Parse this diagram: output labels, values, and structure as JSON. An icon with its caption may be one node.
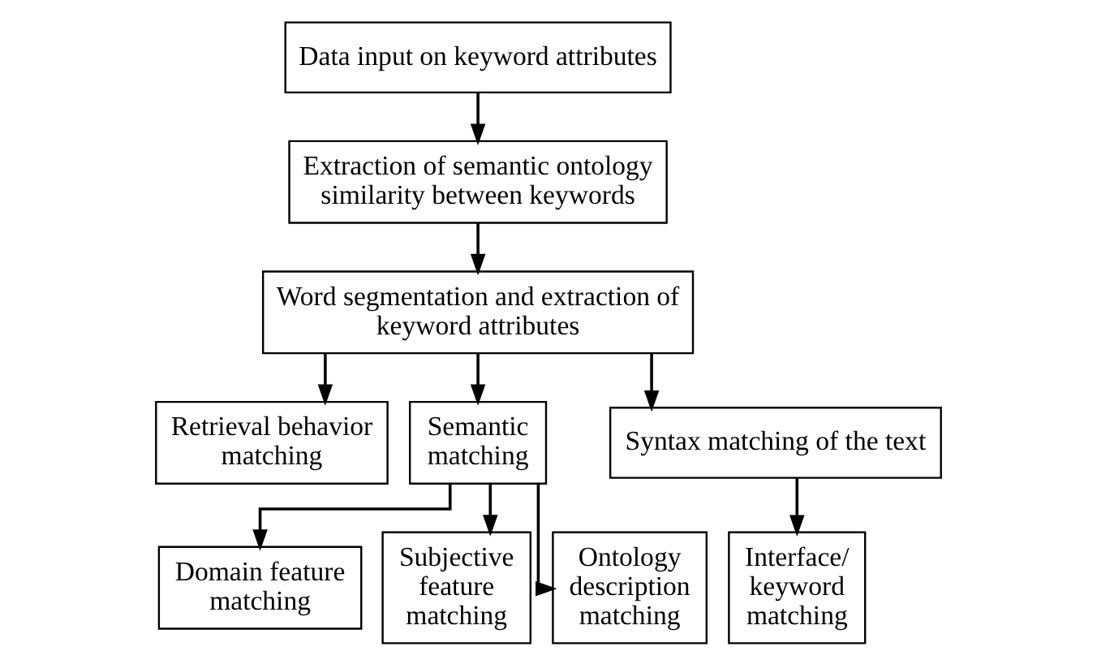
{
  "diagram": {
    "nodes": [
      {
        "text": [
          "Data input on keyword attributes"
        ]
      },
      {
        "text": [
          "Extraction of semantic ontology similarity between keywords"
        ]
      },
      {
        "text": [
          "Word segmentation and extraction of keyword attributes"
        ]
      },
      {
        "text": [
          "Retrieval behavior matching"
        ]
      },
      {
        "text": [
          "Semantic matching"
        ]
      },
      {
        "text": [
          "Syntax matching of the text"
        ]
      },
      {
        "text": [
          "Domain feature matching"
        ]
      },
      {
        "text": [
          "Subjective feature matching"
        ]
      },
      {
        "text": [
          "Ontology description matching"
        ]
      },
      {
        "text": [
          "Interface/ keyword matching"
        ]
      }
    ],
    "edges": [
      {
        "from": 0,
        "to": 1,
        "arrow": "to"
      },
      {
        "from": 1,
        "to": 2,
        "arrow": "to"
      },
      {
        "from": 2,
        "to": 3,
        "arrow": "to"
      },
      {
        "from": 2,
        "to": 4,
        "arrow": "to"
      },
      {
        "from": 2,
        "to": 5,
        "arrow": "to"
      },
      {
        "from": 4,
        "to": 6,
        "arrow": "to"
      },
      {
        "from": 4,
        "to": 7,
        "arrow": "to"
      },
      {
        "from": 4,
        "to": 8,
        "arrow": "to"
      },
      {
        "from": 5,
        "to": 9,
        "arrow": "to"
      }
    ]
  }
}
